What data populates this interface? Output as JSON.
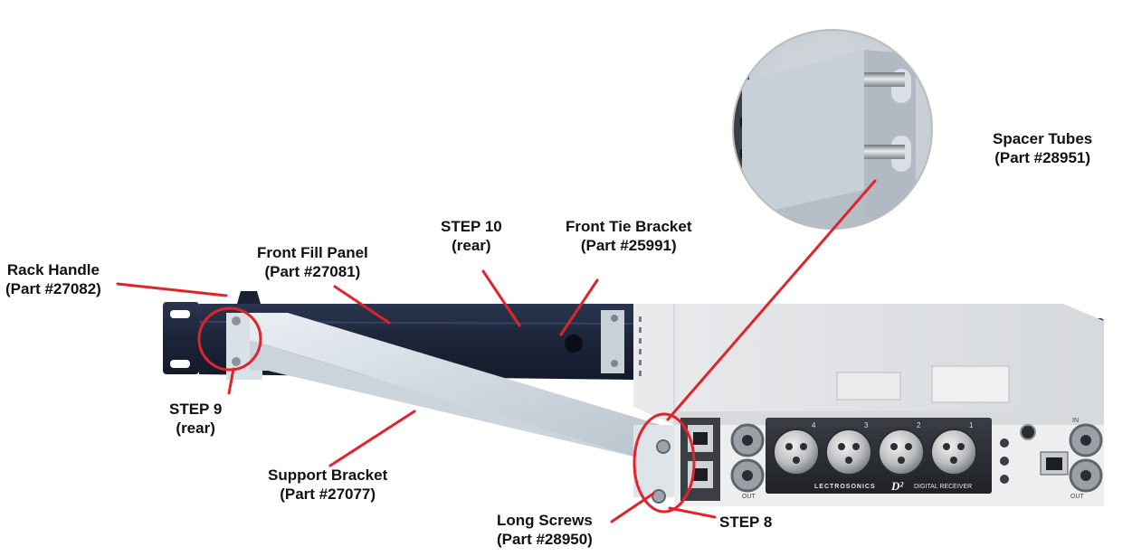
{
  "accent_color": "#e0242b",
  "labels": {
    "rack_handle": {
      "line1": "Rack Handle",
      "line2": "(Part #27082)"
    },
    "front_fill_panel": {
      "line1": "Front Fill Panel",
      "line2": "(Part #27081)"
    },
    "step10": {
      "line1": "STEP 10",
      "line2": "(rear)"
    },
    "front_tie_bracket": {
      "line1": "Front Tie Bracket",
      "line2": "(Part #25991)"
    },
    "spacer_tubes": {
      "line1": "Spacer Tubes",
      "line2": "(Part #28951)"
    },
    "step9": {
      "line1": "STEP 9",
      "line2": "(rear)"
    },
    "support_bracket": {
      "line1": "Support Bracket",
      "line2": "(Part #27077)"
    },
    "long_screws": {
      "line1": "Long Screws",
      "line2": "(Part #28950)"
    },
    "step8": {
      "line1": "STEP 8"
    }
  },
  "device": {
    "brand": "LECTROSONICS",
    "model_mark": "D²",
    "model_text": "DIGITAL RECEIVER",
    "xlr_channels": [
      "4",
      "3",
      "2",
      "1"
    ],
    "port_out_left": "OUT",
    "port_out_right": "OUT",
    "port_in": "IN"
  }
}
